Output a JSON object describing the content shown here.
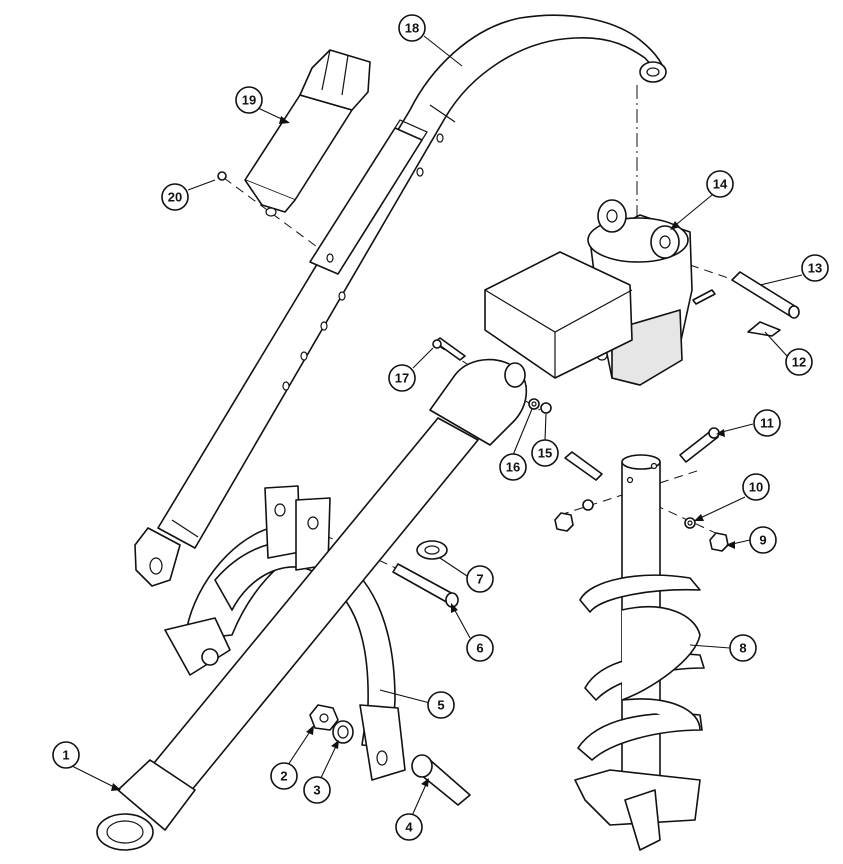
{
  "diagram": {
    "balloons": [
      {
        "id": "callout-1",
        "label": "1"
      },
      {
        "id": "callout-2",
        "label": "2"
      },
      {
        "id": "callout-3",
        "label": "3"
      },
      {
        "id": "callout-4",
        "label": "4"
      },
      {
        "id": "callout-5",
        "label": "5"
      },
      {
        "id": "callout-6",
        "label": "6"
      },
      {
        "id": "callout-7",
        "label": "7"
      },
      {
        "id": "callout-8",
        "label": "8"
      },
      {
        "id": "callout-9",
        "label": "9"
      },
      {
        "id": "callout-10",
        "label": "10"
      },
      {
        "id": "callout-11",
        "label": "11"
      },
      {
        "id": "callout-12",
        "label": "12"
      },
      {
        "id": "callout-13",
        "label": "13"
      },
      {
        "id": "callout-14",
        "label": "14"
      },
      {
        "id": "callout-15",
        "label": "15"
      },
      {
        "id": "callout-16",
        "label": "16"
      },
      {
        "id": "callout-17",
        "label": "17"
      },
      {
        "id": "callout-18",
        "label": "18"
      },
      {
        "id": "callout-19",
        "label": "19"
      },
      {
        "id": "callout-20",
        "label": "20"
      }
    ]
  }
}
